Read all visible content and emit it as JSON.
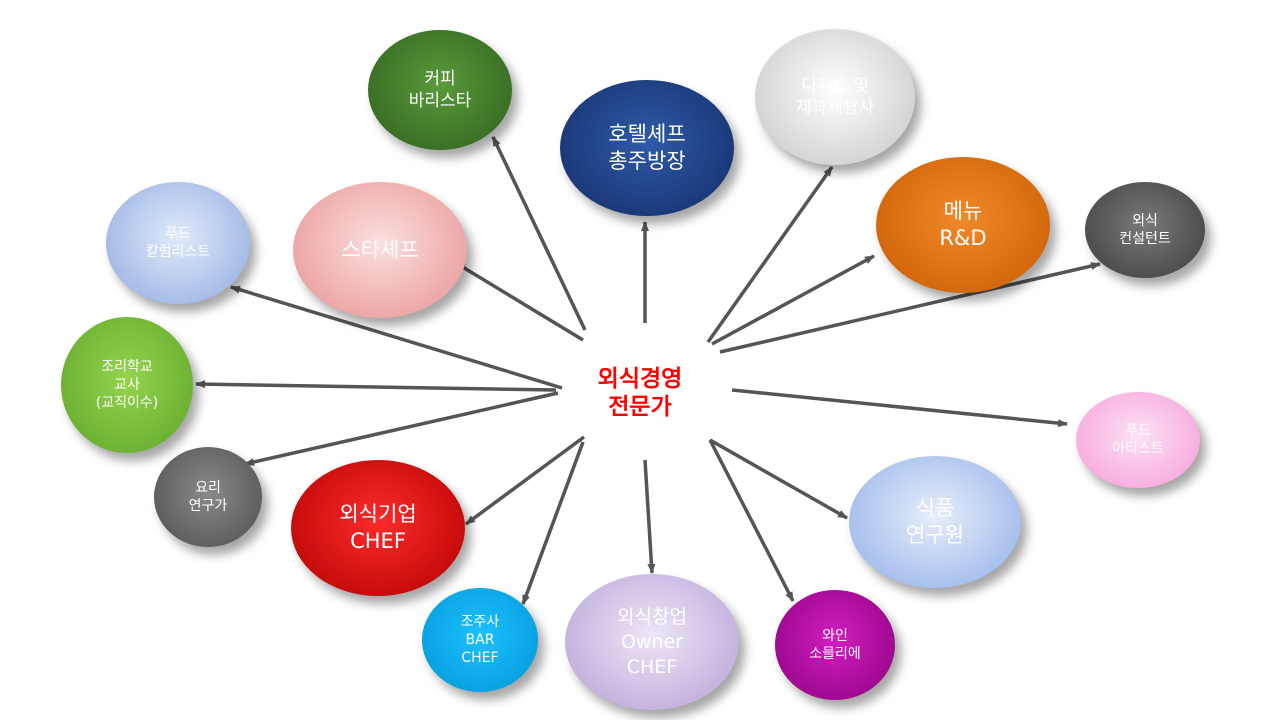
{
  "diagram": {
    "center": {
      "lines": [
        "외식경영",
        "전문가"
      ],
      "color": "#ff0000"
    },
    "nodes": [
      {
        "id": "coffee-barista",
        "lines": [
          "커피",
          "바리스타"
        ],
        "color": "#3f7a2a"
      },
      {
        "id": "hotel-chef",
        "lines": [
          "호텔셰프",
          "총주방장"
        ],
        "color": "#1f3f80"
      },
      {
        "id": "dessert-baker",
        "lines": [
          "디저트 및",
          "제과제빵사"
        ],
        "color": "#d6d6d6"
      },
      {
        "id": "menu-rnd",
        "lines": [
          "메뉴",
          "R&D"
        ],
        "color": "#e36c0a"
      },
      {
        "id": "food-consultant",
        "lines": [
          "외식",
          "컨설턴트"
        ],
        "color": "#595959"
      },
      {
        "id": "food-artist",
        "lines": [
          "푸드",
          "아티스트"
        ],
        "color": "#f9b9e6"
      },
      {
        "id": "food-researcher",
        "lines": [
          "식품",
          "연구원"
        ],
        "color": "#a9c3ee"
      },
      {
        "id": "wine-sommelier",
        "lines": [
          "와인",
          "소믈리에"
        ],
        "color": "#b0109f"
      },
      {
        "id": "owner-chef",
        "lines": [
          "외식창업",
          "Owner",
          "CHEF"
        ],
        "color": "#c9b8e0"
      },
      {
        "id": "bar-chef",
        "lines": [
          "조주사",
          "BAR",
          "CHEF"
        ],
        "color": "#00b0f0"
      },
      {
        "id": "corporate-chef",
        "lines": [
          "외식기업",
          "CHEF"
        ],
        "color": "#e00000"
      },
      {
        "id": "cooking-researcher",
        "lines": [
          "요리",
          "연구가"
        ],
        "color": "#6b6b6b"
      },
      {
        "id": "culinary-teacher",
        "lines": [
          "조리학교",
          "교사",
          "(교직이수)"
        ],
        "color": "#7cc23a"
      },
      {
        "id": "food-columnist",
        "lines": [
          "푸드",
          "칼럼리스트"
        ],
        "color": "#b4c8ee"
      },
      {
        "id": "star-chef",
        "lines": [
          "스타셰프"
        ],
        "color": "#f2aeae"
      }
    ]
  }
}
